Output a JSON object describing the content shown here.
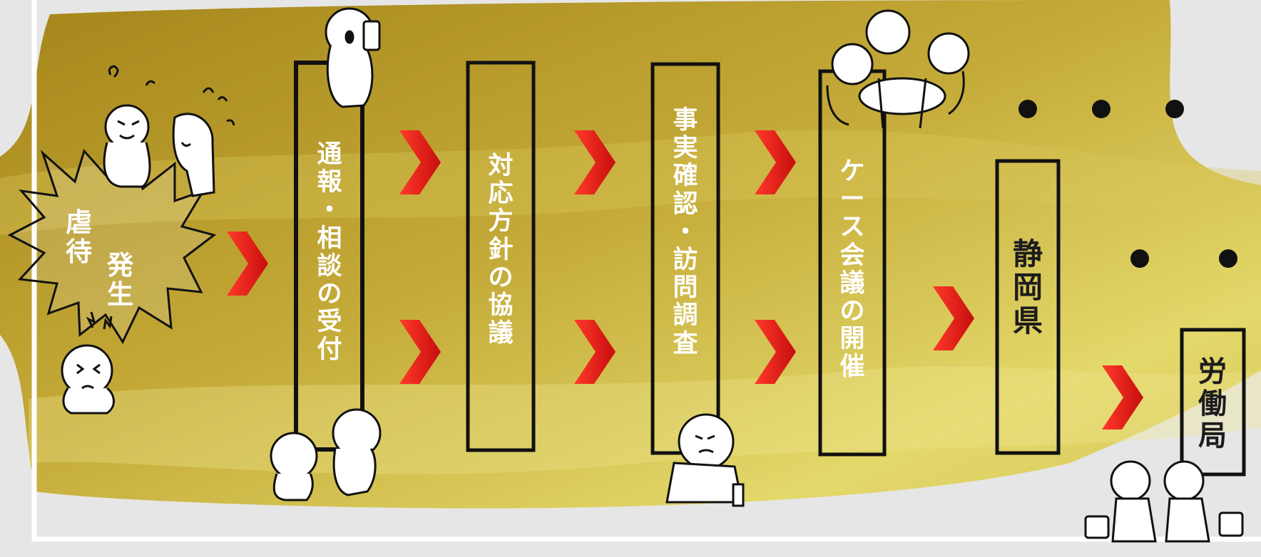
{
  "flow": {
    "start": {
      "line1": "虐待",
      "line2": "発生"
    },
    "steps": [
      {
        "label": "通報・相談の受付"
      },
      {
        "label": "対応方針の協議"
      },
      {
        "label": "事実確認・訪問調査"
      },
      {
        "label": "ケース会議の開催"
      },
      {
        "label": "静岡県"
      },
      {
        "label": "労働局"
      }
    ]
  },
  "colors": {
    "arrow": "#e8201a",
    "gold_dark": "#a98a1e",
    "gold_light": "#e4d86a",
    "box_border": "#111111",
    "label_light": "#ffffff",
    "label_dark": "#1c1c1c"
  }
}
